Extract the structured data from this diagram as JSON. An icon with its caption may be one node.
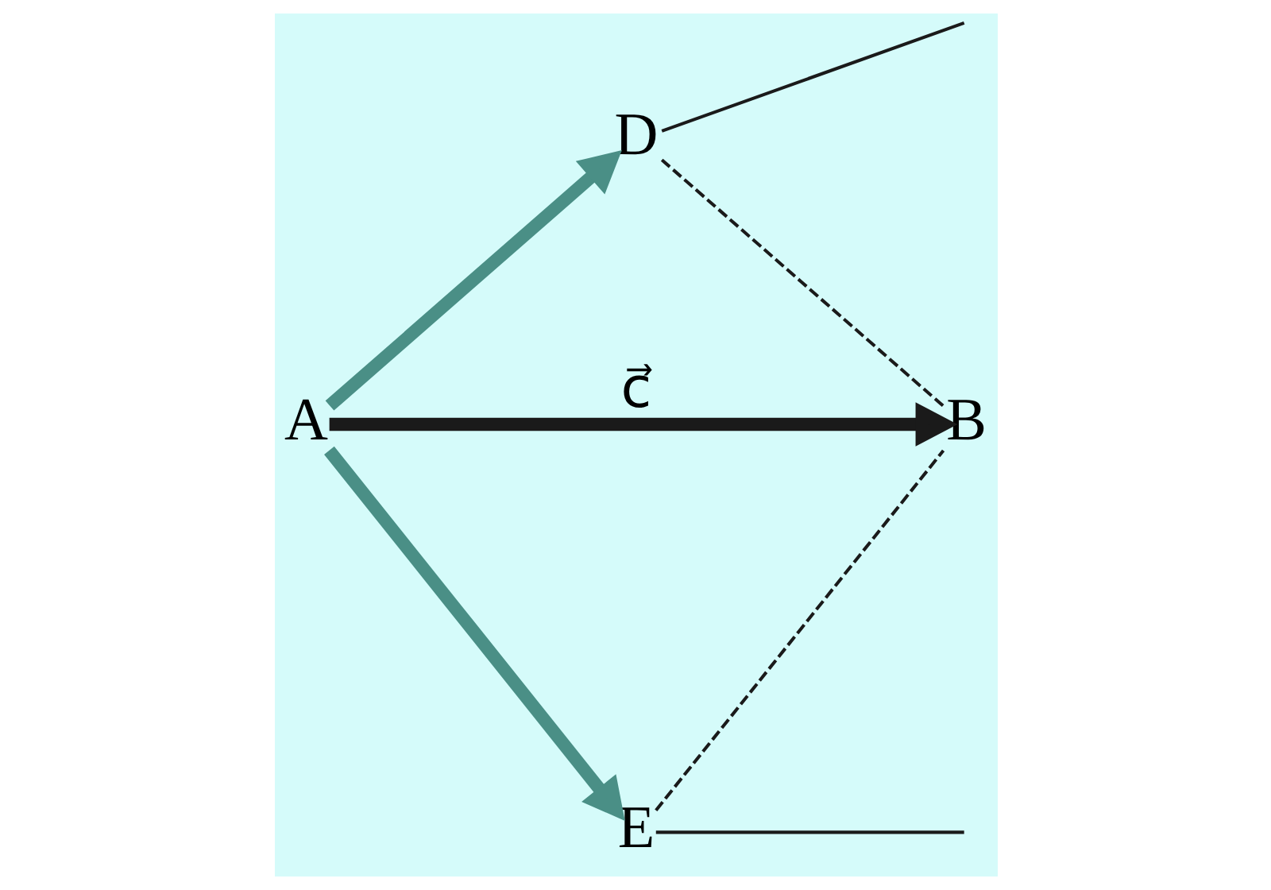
{
  "diagram": {
    "nodes": [
      {
        "text": [
          "D"
        ]
      },
      {
        "text": [
          "B"
        ]
      },
      {
        "text": [
          "A"
        ]
      },
      {
        "text": [
          "E"
        ]
      }
    ],
    "edges": [
      {
        "from": 2,
        "to": 0,
        "arrow": "to",
        "style": "thick",
        "color": "#4a8f86"
      },
      {
        "from": 2,
        "to": 3,
        "arrow": "to",
        "style": "thick",
        "color": "#4a8f86"
      },
      {
        "from": 2,
        "to": 1,
        "arrow": "to",
        "style": "thick",
        "label": "c⃗"
      },
      {
        "from": 0,
        "to": 1,
        "arrow": "none",
        "style": "dashed"
      },
      {
        "from": 3,
        "to": 1,
        "arrow": "none",
        "style": "dashed"
      },
      {
        "from": 0,
        "to": null,
        "arrow": "none"
      },
      {
        "from": 3,
        "to": null,
        "arrow": "none"
      }
    ]
  }
}
